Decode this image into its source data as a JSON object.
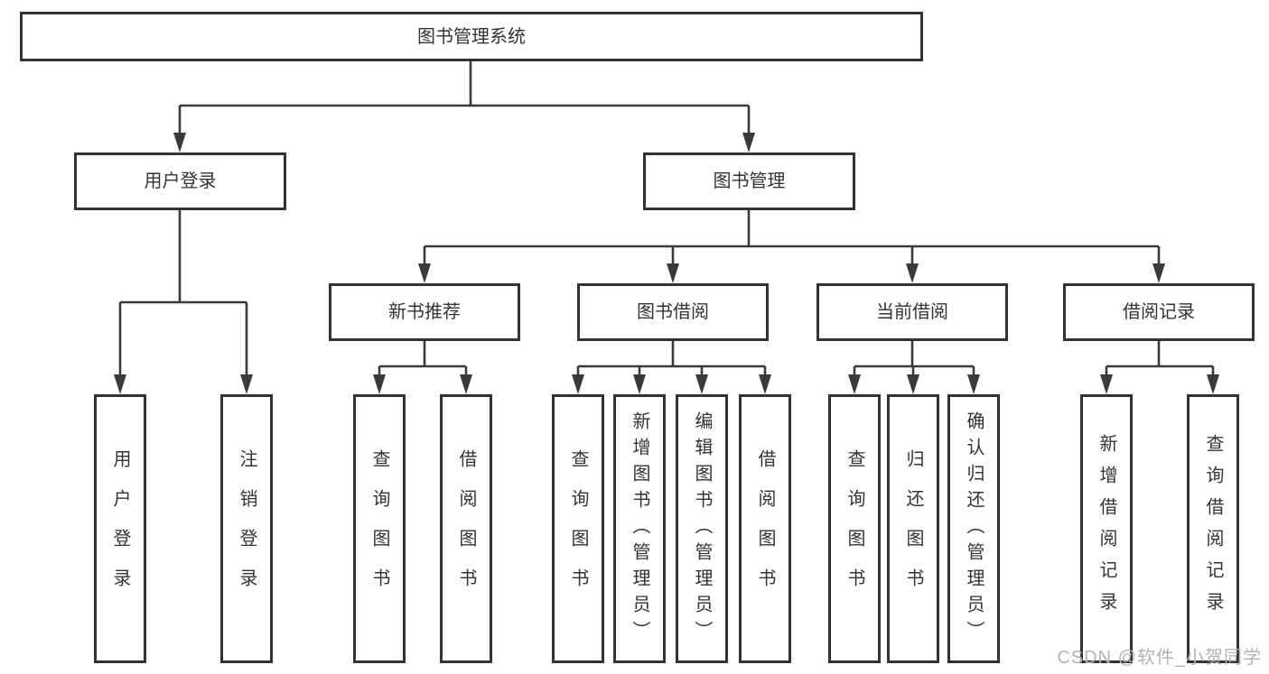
{
  "colors": {
    "line": "#3a3a3a",
    "border": "#333333",
    "text": "#333333",
    "watermark_text": "#b3b3b3",
    "background": "#ffffff"
  },
  "tree": {
    "root": "图书管理系统",
    "level2": [
      {
        "label": "用户登录"
      },
      {
        "label": "图书管理"
      }
    ],
    "level3": [
      {
        "label": "新书推荐"
      },
      {
        "label": "图书借阅"
      },
      {
        "label": "当前借阅"
      },
      {
        "label": "借阅记录"
      }
    ],
    "leaves": {
      "userLogin": [
        "用户登录",
        "注销登录"
      ],
      "newBook": [
        "查询图书",
        "借阅图书"
      ],
      "bookBorrow": [
        "查询图书",
        "新增图书（管理员）",
        "编辑图书（管理员）",
        "借阅图书"
      ],
      "currentBorrow": [
        "查询图书",
        "归还图书",
        "确认归还（管理员）"
      ],
      "records": [
        "新增借阅记录",
        "查询借阅记录"
      ]
    }
  },
  "watermark": "CSDN @软件_小贺同学"
}
